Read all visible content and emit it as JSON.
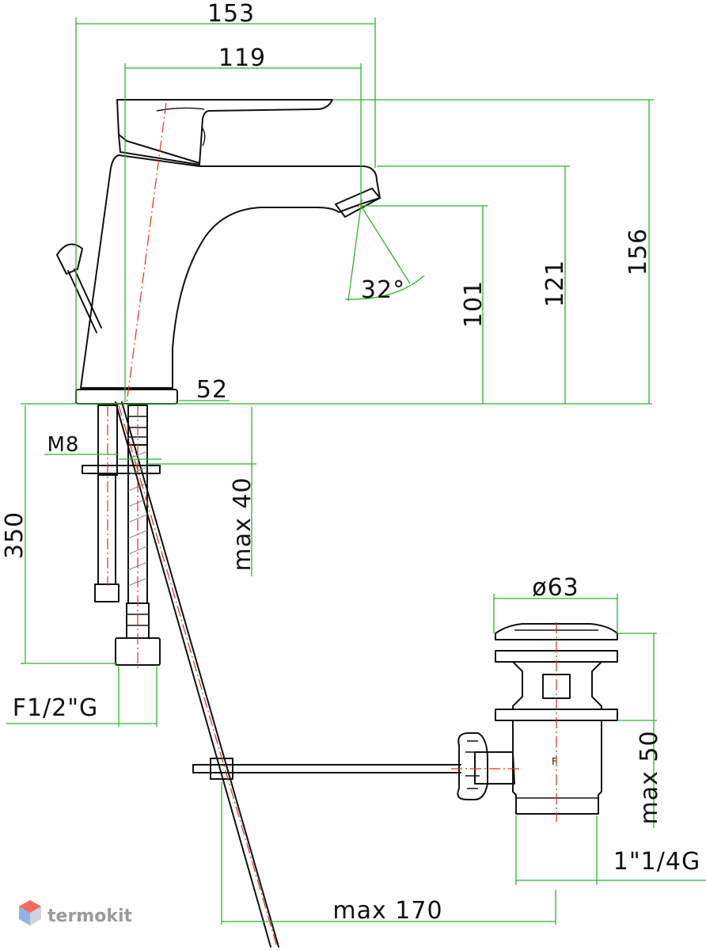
{
  "dimensions": {
    "total_width": "153",
    "spout_reach": "119",
    "total_height": "156",
    "spout_height": "121",
    "outlet_height": "101",
    "base_diameter": "52",
    "spray_angle": "32°",
    "stud_thread": "M8",
    "hose_length": "350",
    "max_deck_thickness": "max  40",
    "inlet_connection": "F1/2\"G",
    "waste_diameter": "ø63",
    "waste_max_thickness": "max  50",
    "waste_thread": "1\"1/4G",
    "rod_reach": "max  170"
  },
  "logo": {
    "text": "termokit"
  },
  "colors": {
    "outline": "#111111",
    "dimension": "#2bb52b",
    "centerline": "#e0301e",
    "logo": "#9a9a9a"
  }
}
